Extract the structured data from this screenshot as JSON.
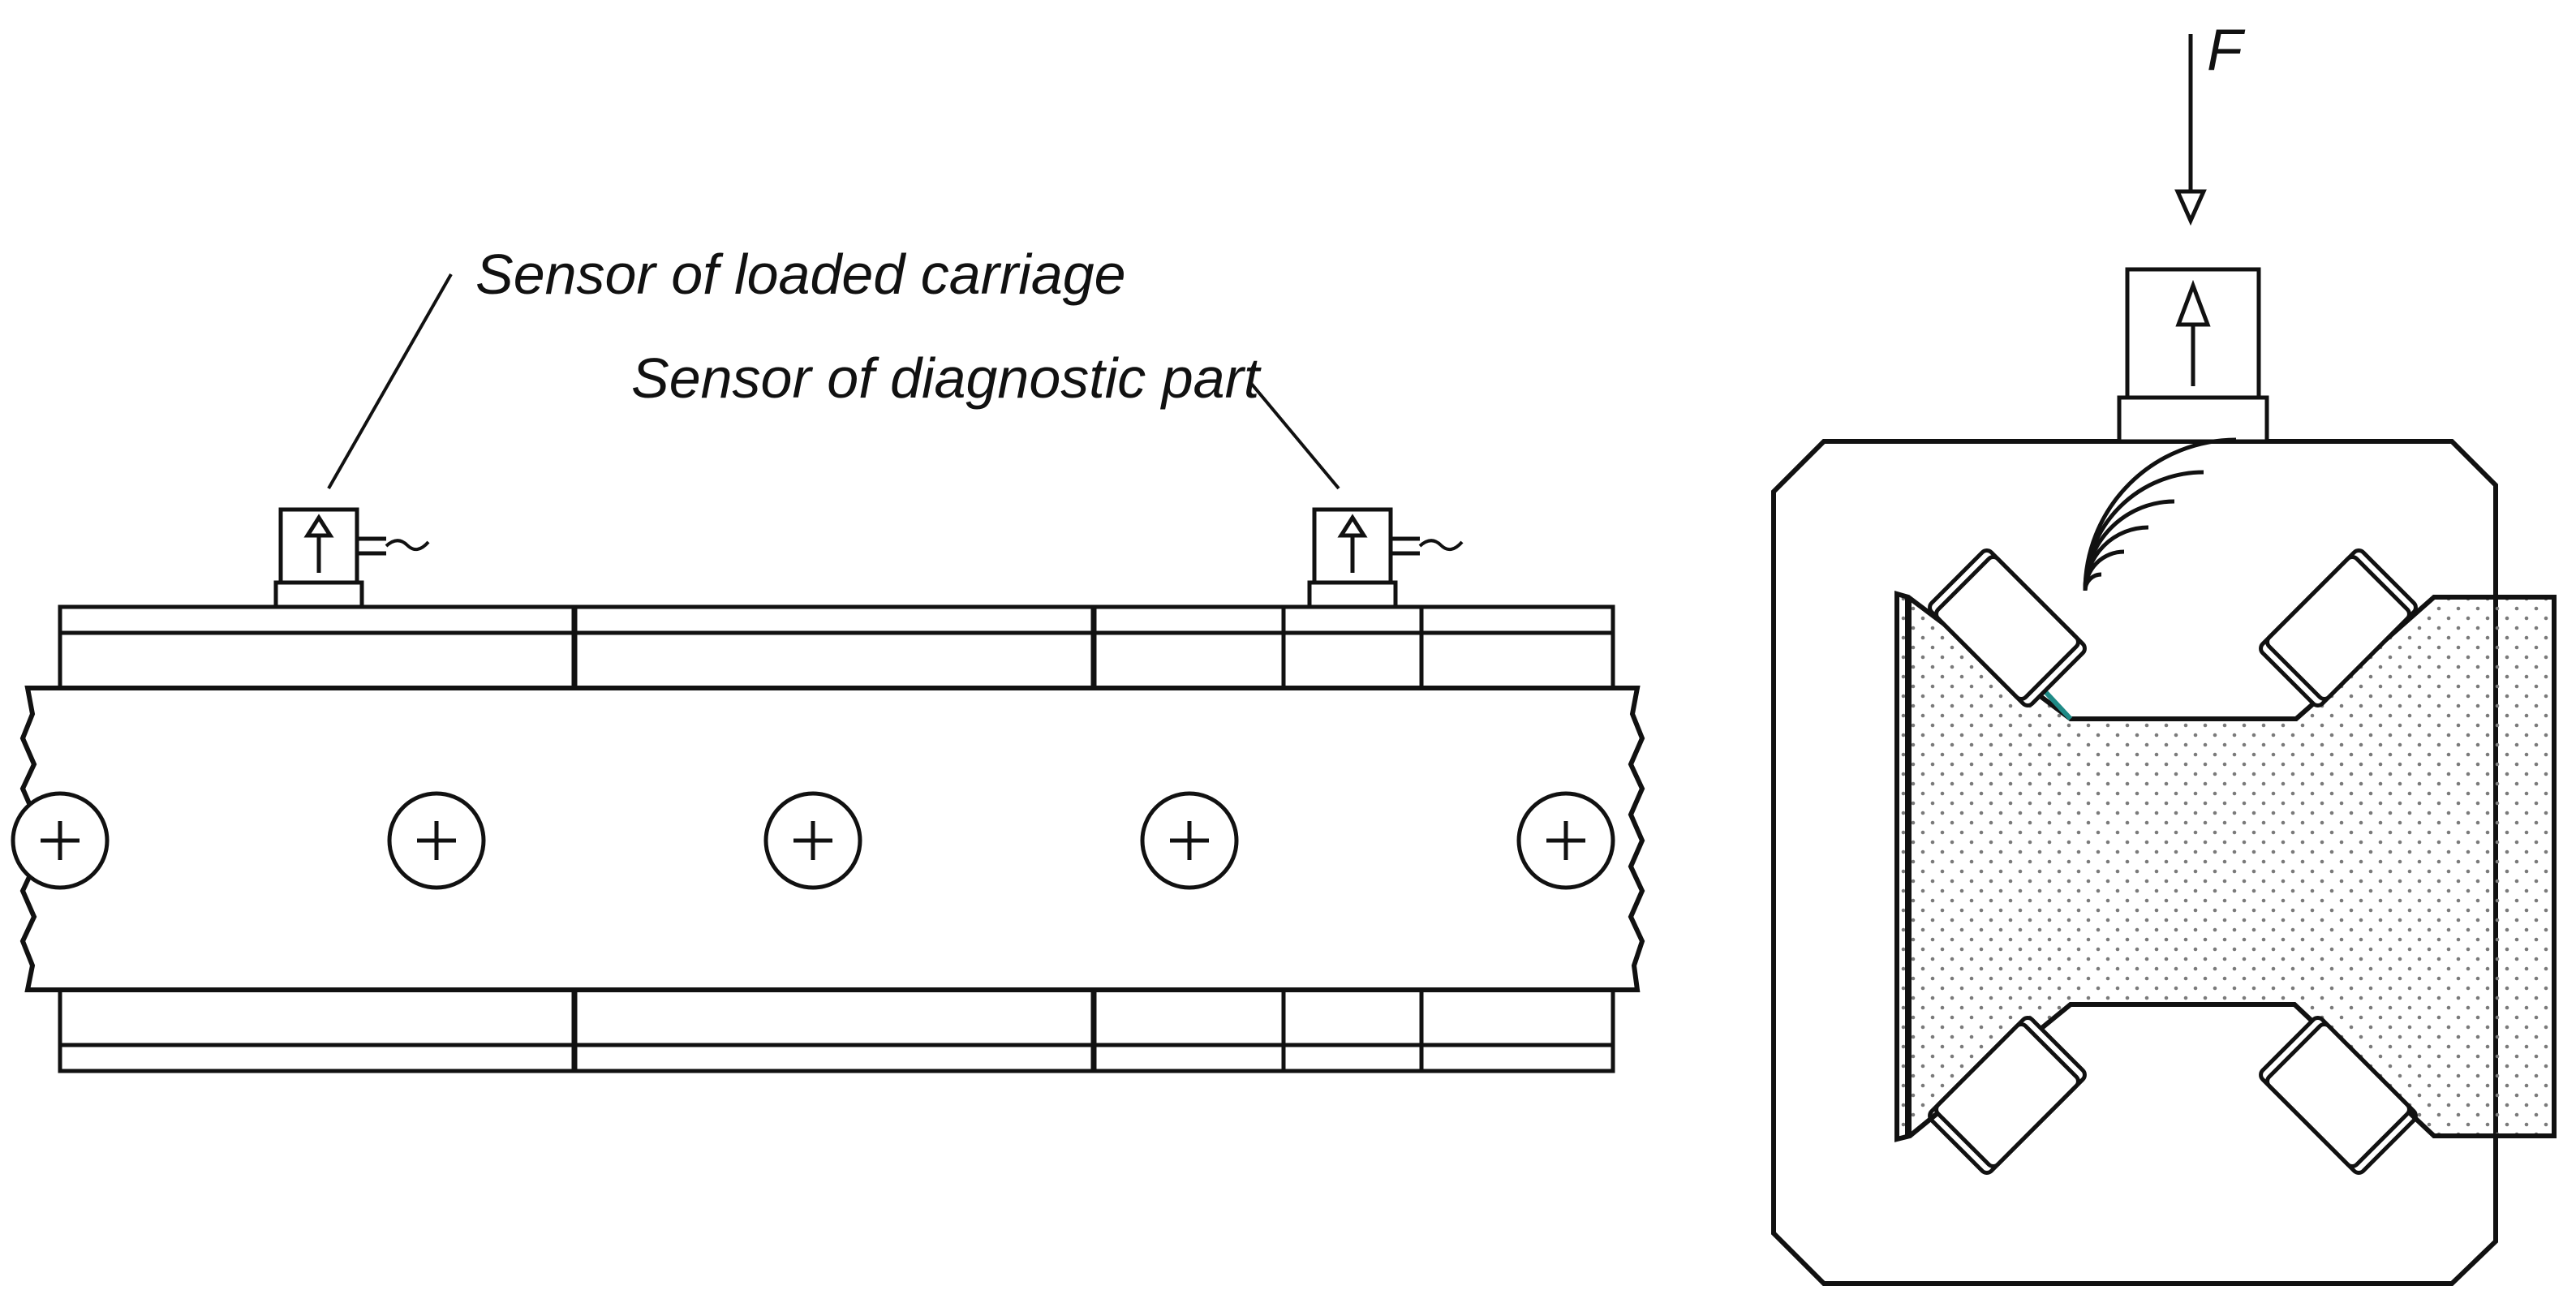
{
  "labels": {
    "sensor_loaded_carriage": "Sensor of loaded carriage",
    "sensor_diagnostic_part": "Sensor of diagnostic part",
    "force": "F"
  },
  "colors": {
    "line": "#111111",
    "dot_fill": "#7a7a7a",
    "accent_edge": "#1e8a86",
    "background": "#ffffff"
  }
}
